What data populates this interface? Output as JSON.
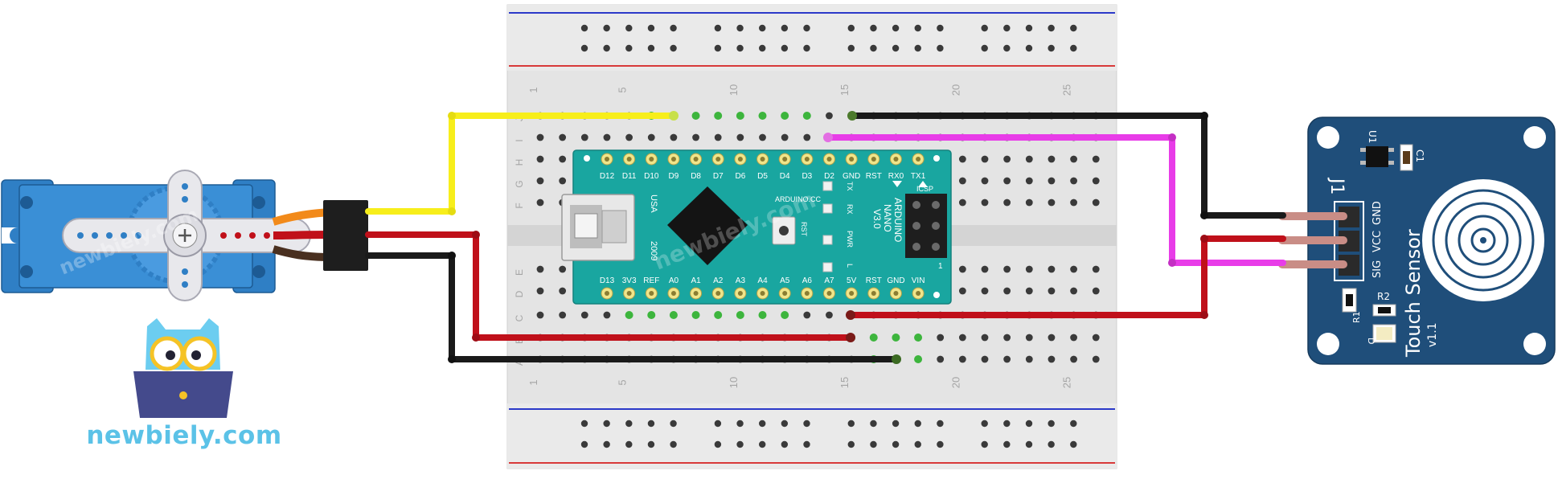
{
  "brand": {
    "text": "newbiely.com",
    "watermark": "newbiely.com",
    "color": "#5bc2e7"
  },
  "breadboard": {
    "column_numbers": [
      "1",
      "5",
      "10",
      "15",
      "20",
      "25"
    ],
    "row_letters_top": [
      "J",
      "I",
      "H",
      "G",
      "F"
    ],
    "row_letters_bottom": [
      "E",
      "D",
      "C",
      "B",
      "A"
    ]
  },
  "nano": {
    "top_pins": [
      "D12",
      "D11",
      "D10",
      "D9",
      "D8",
      "D7",
      "D6",
      "D5",
      "D4",
      "D3",
      "D2",
      "GND",
      "RST",
      "RX0",
      "TX1"
    ],
    "bottom_pins": [
      "D13",
      "3V3",
      "REF",
      "A0",
      "A1",
      "A2",
      "A3",
      "A4",
      "A5",
      "A6",
      "A7",
      "5V",
      "RST",
      "GND",
      "VIN"
    ],
    "name_lines": [
      "ARDUINO",
      "NANO",
      "V3.0"
    ],
    "cc_label": "ARDUINO.CC",
    "usa": "USA",
    "year": "2009",
    "rst": "RST",
    "icsp": "ICSP",
    "icsp_pin": "1",
    "led_labels": [
      "TX",
      "RX",
      "PWR",
      "L"
    ]
  },
  "sensor": {
    "title": "Touch Sensor",
    "version": "v1.1",
    "header": "J1",
    "pin_labels": [
      "SIG",
      "VCC",
      "GND"
    ],
    "u1": "U1",
    "c1": "C1",
    "r1": "R1",
    "r2": "R2",
    "d": "D"
  },
  "colors": {
    "signal_wire": "#f7ee1b",
    "ground_wire": "#1a1a1a",
    "power_wire": "#c0101a",
    "touch_wire": "#e83ce8",
    "nano_pcb": "#19a6a0",
    "sensor_pcb": "#1f4e7a",
    "servo_body": "#2f7fc5"
  }
}
